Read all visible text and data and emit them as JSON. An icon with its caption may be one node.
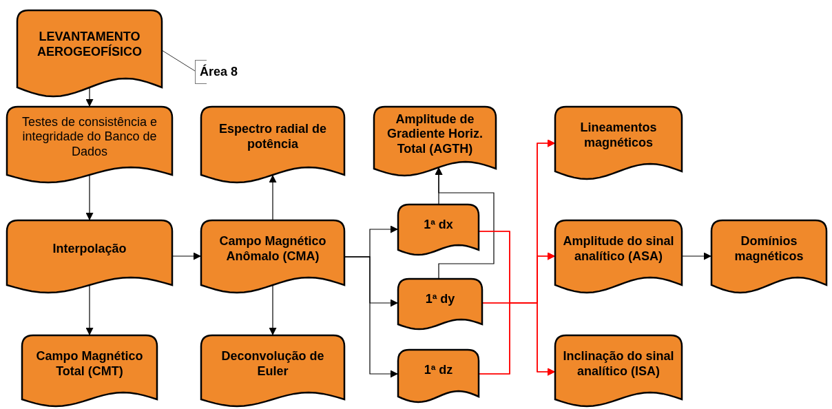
{
  "diagram": {
    "nodes": [
      {
        "text": [
          "LEVANTAMENTO AEROGEOFÍSICO"
        ]
      },
      {
        "text": [
          "Área 8"
        ]
      },
      {
        "text": [
          "Testes de consistência e integridade do Banco de Dados"
        ]
      },
      {
        "text": [
          "Espectro radial de potência"
        ]
      },
      {
        "text": [
          "Amplitude de Gradiente Horiz. Total (AGTH)"
        ]
      },
      {
        "text": [
          "Lineamentos magnéticos"
        ]
      },
      {
        "text": [
          "Interpolação"
        ]
      },
      {
        "text": [
          "Campo Magnético Anômalo (CMA)"
        ]
      },
      {
        "text": [
          "1ª dx"
        ]
      },
      {
        "text": [
          "Amplitude do sinal analítico (ASA)"
        ]
      },
      {
        "text": [
          "Domínios magnéticos"
        ]
      },
      {
        "text": [
          "1ª dy"
        ]
      },
      {
        "text": [
          "Campo Magnético Total (CMT)"
        ]
      },
      {
        "text": [
          "Deconvolução de Euler"
        ]
      },
      {
        "text": [
          "1ª dz"
        ]
      },
      {
        "text": [
          "Inclinação do sinal analítico (ISA)"
        ]
      }
    ],
    "edges": [
      {
        "from": 0,
        "to": 2,
        "arrow": "to"
      },
      {
        "from": 0,
        "to": 1,
        "arrow": "none"
      },
      {
        "from": 2,
        "to": 6,
        "arrow": "to"
      },
      {
        "from": 6,
        "to": 7,
        "arrow": "to"
      },
      {
        "from": 6,
        "to": 12,
        "arrow": "to"
      },
      {
        "from": 7,
        "to": 3,
        "arrow": "to"
      },
      {
        "from": 7,
        "to": 13,
        "arrow": "to"
      },
      {
        "from": 7,
        "to": 8,
        "arrow": "to"
      },
      {
        "from": 7,
        "to": 11,
        "arrow": "to"
      },
      {
        "from": 7,
        "to": 14,
        "arrow": "to"
      },
      {
        "from": 8,
        "to": 4,
        "arrow": "to"
      },
      {
        "from": 11,
        "to": 4,
        "arrow": "to"
      },
      {
        "from": 8,
        "to": 5,
        "arrow": "to",
        "color": "#ff0000"
      },
      {
        "from": 8,
        "to": 9,
        "arrow": "to",
        "color": "#ff0000"
      },
      {
        "from": 8,
        "to": 15,
        "arrow": "to",
        "color": "#ff0000"
      },
      {
        "from": 11,
        "to": 5,
        "arrow": "to",
        "color": "#ff0000"
      },
      {
        "from": 11,
        "to": 9,
        "arrow": "to",
        "color": "#ff0000"
      },
      {
        "from": 11,
        "to": 15,
        "arrow": "to",
        "color": "#ff0000"
      },
      {
        "from": 14,
        "to": 5,
        "arrow": "to",
        "color": "#ff0000"
      },
      {
        "from": 14,
        "to": 9,
        "arrow": "to",
        "color": "#ff0000"
      },
      {
        "from": 14,
        "to": 15,
        "arrow": "to",
        "color": "#ff0000"
      },
      {
        "from": 9,
        "to": 10,
        "arrow": "to"
      }
    ]
  }
}
